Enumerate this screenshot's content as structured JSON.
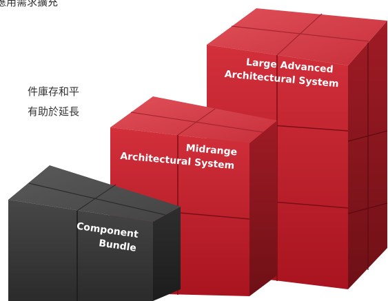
{
  "fragments": {
    "line1": "應用需求擴充",
    "line2": "件庫存和平",
    "line3": "有助於延長"
  },
  "labels": {
    "large": [
      "Large Advanced",
      "Architectural System"
    ],
    "midrange": [
      "Midrange",
      "Architectural System"
    ],
    "component": [
      "Component",
      "Bundle"
    ]
  },
  "colors": {
    "red_top": "#d63a46",
    "red_front": "#c0202c",
    "red_side": "#8e1a22",
    "gray_top": "#4a4a4a",
    "gray_front": "#3a3a3a",
    "gray_side": "#262626",
    "text": "#333333"
  }
}
